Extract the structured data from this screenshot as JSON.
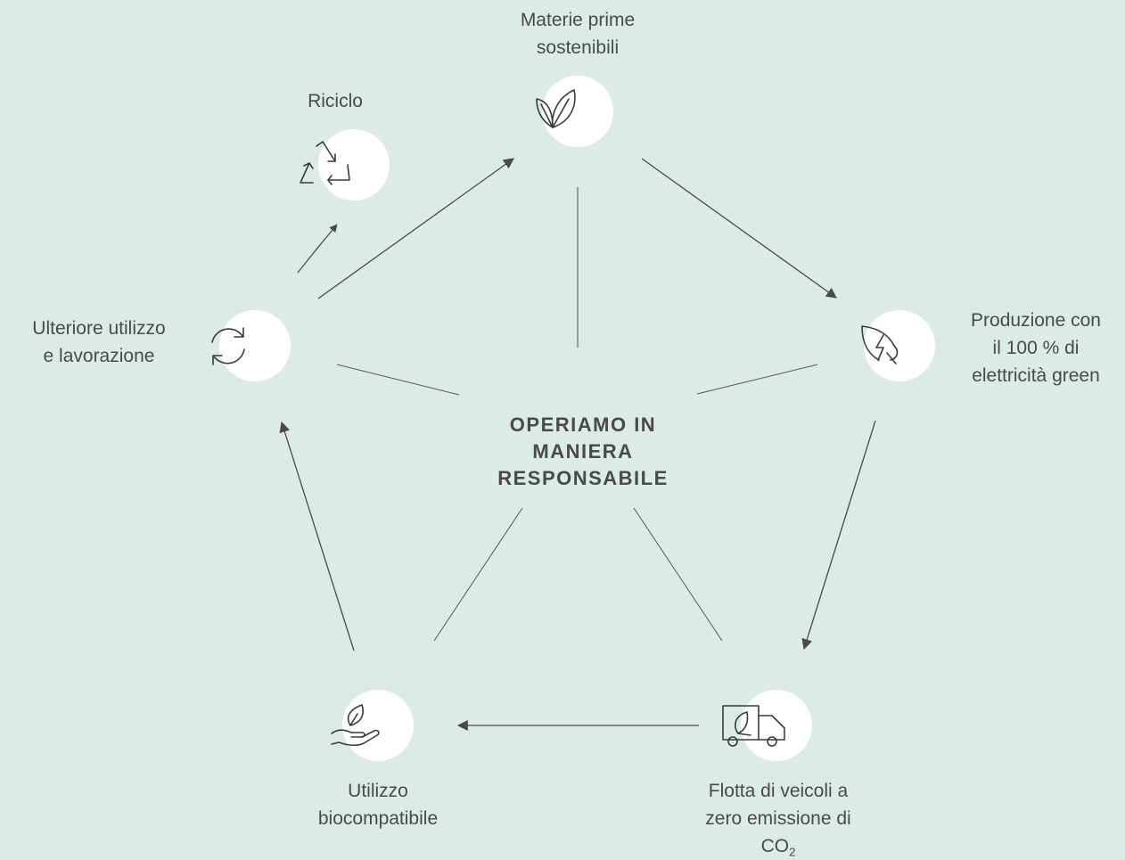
{
  "center": {
    "title": "OPERIAMO IN\nMANIERA\nRESPONSABILE"
  },
  "nodes": {
    "materie": {
      "label": "Materie prime\nsostenibili",
      "icon": "leaf-icon"
    },
    "produzione": {
      "label": "Produzione con\nil 100 % di\nelettricità green",
      "icon": "green-electricity-icon"
    },
    "flotta": {
      "label_before_sub": "Flotta di veicoli a\nzero emissione di\nCO",
      "label_sub": "2",
      "icon": "eco-truck-icon"
    },
    "utilizzo": {
      "label": "Utilizzo\nbiocompatibile",
      "icon": "hand-leaf-icon"
    },
    "ulteriore": {
      "label": "Ulteriore utilizzo\ne lavorazione",
      "icon": "refresh-cycle-icon"
    },
    "riciclo": {
      "label": "Riciclo",
      "icon": "recycle-icon"
    }
  },
  "colors": {
    "background": "#dcece4",
    "circle": "#ffffff",
    "line": "#4a4a4a"
  }
}
